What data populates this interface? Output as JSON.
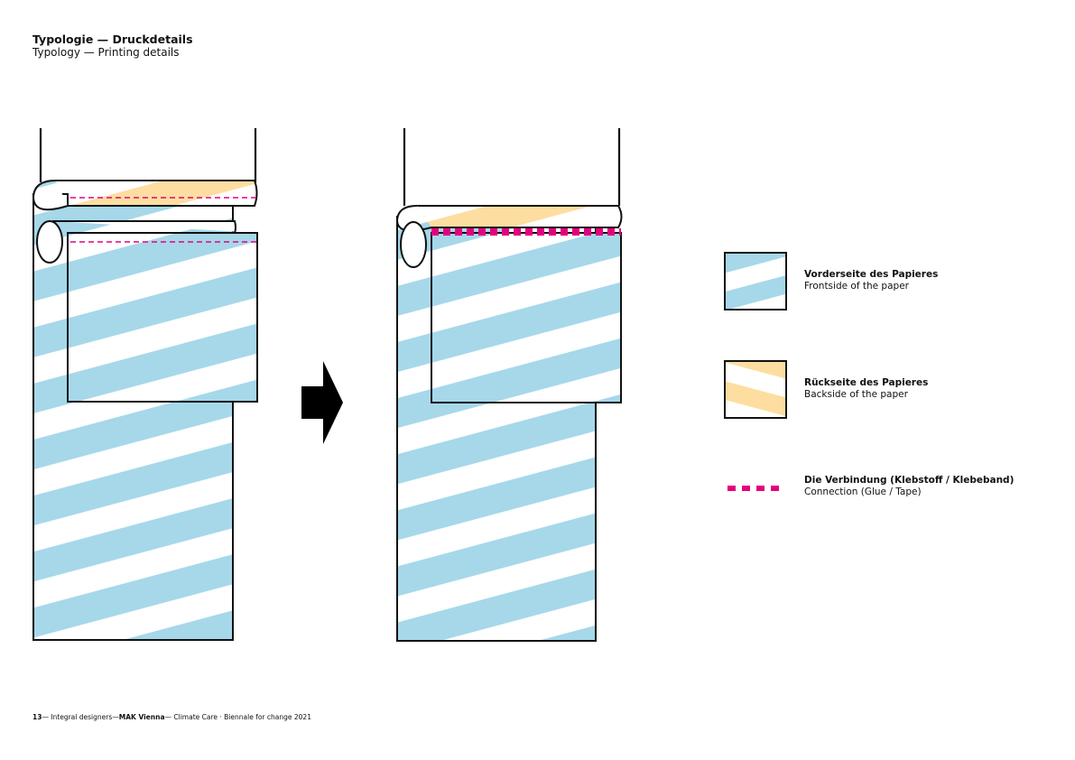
{
  "header": {
    "title": "Typologie — Druckdetails",
    "subtitle": "Typology — Printing details"
  },
  "legend": {
    "front": {
      "title": "Vorderseite des Papieres",
      "subtitle": "Frontside of the paper"
    },
    "back": {
      "title": "Rückseite des Papieres",
      "subtitle": "Backside of the paper"
    },
    "connection": {
      "title": "Die Verbindung (Klebstoff / Klebeband)",
      "subtitle": "Connection (Glue / Tape)"
    }
  },
  "footer": {
    "page": "13",
    "part1": "— Integral designers—",
    "brand": "MAK Vienna",
    "part2": "— Climate Care · Biennale for change 2021"
  },
  "colors": {
    "front": "#a6d8ea",
    "back": "#fddea0",
    "connection": "#e6007e",
    "outline": "#111111"
  },
  "icons": {
    "arrow": "right-arrow-icon"
  }
}
